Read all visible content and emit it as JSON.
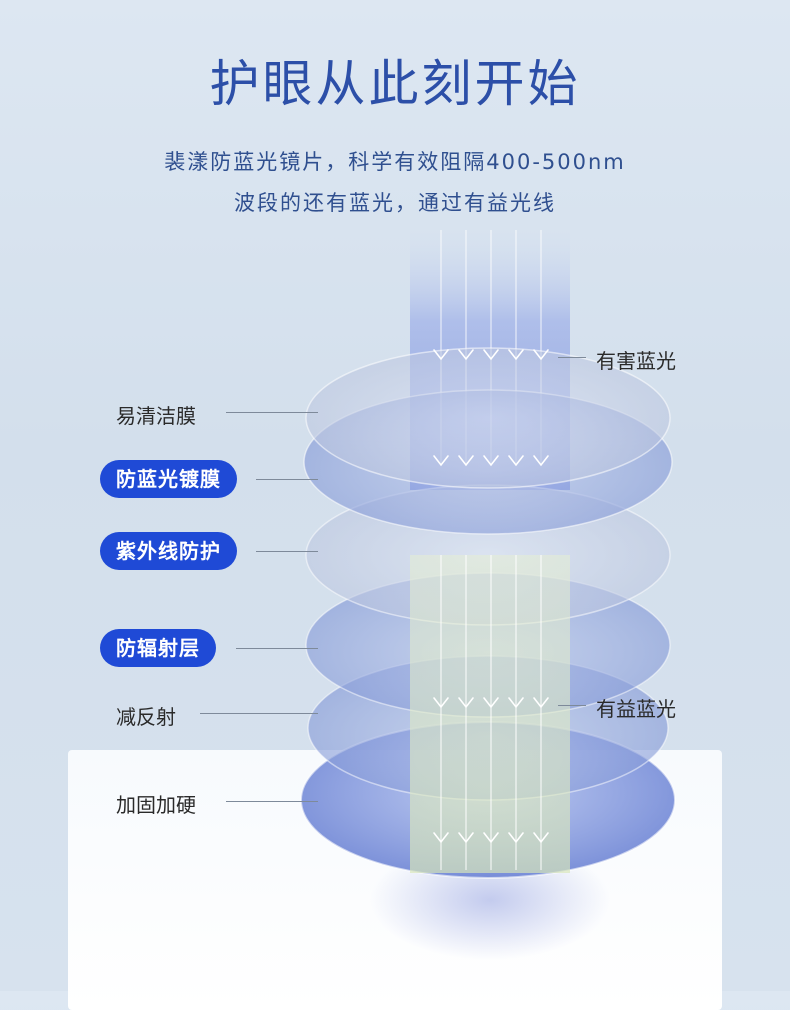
{
  "heading": {
    "title": "护眼从此刻开始",
    "line1": "裴漾防蓝光镜片，科学有效阻隔400-500nm",
    "line2": "波段的还有蓝光，通过有益光线"
  },
  "layers": [
    {
      "label": "易清洁膜",
      "style": "plain"
    },
    {
      "label": "防蓝光镀膜",
      "style": "pill"
    },
    {
      "label": "紫外线防护",
      "style": "pill"
    },
    {
      "label": "防辐射层",
      "style": "pill"
    },
    {
      "label": "减反射",
      "style": "plain"
    },
    {
      "label": "加固加硬",
      "style": "plain"
    }
  ],
  "light": {
    "harmful": "有害蓝光",
    "beneficial": "有益蓝光"
  },
  "colors": {
    "title": "#2c4fa8",
    "pill": "#1f4ad6",
    "lens": "#8a9fd8",
    "beam_top": "#6f86e0",
    "beam_bottom": "#d9e7b8"
  }
}
